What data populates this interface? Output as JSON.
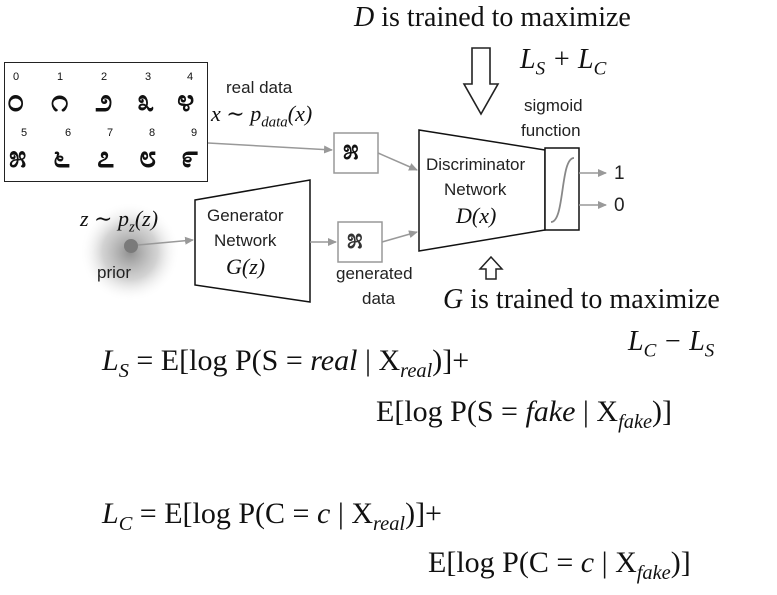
{
  "header": {
    "d_objective_var": "D",
    "d_objective_text": " is trained to maximize",
    "d_objective_expr": "L_S + L_C",
    "g_objective_var": "G",
    "g_objective_text": " is trained to maximize",
    "g_objective_expr": "L_C − L_S"
  },
  "digits": {
    "labels": [
      "0",
      "1",
      "2",
      "3",
      "4",
      "5",
      "6",
      "7",
      "8",
      "9"
    ],
    "glyphs": [
      "೦",
      "೧",
      "೨",
      "೩",
      "೪",
      "೫",
      "೬",
      "೭",
      "೮",
      "೯"
    ]
  },
  "real_data": {
    "label": "real data",
    "dist": "x ∼ p",
    "dist_sub": "data",
    "dist_tail": "(x)",
    "sample_glyph": "೫"
  },
  "prior": {
    "label": "prior",
    "dist": "z ∼ p",
    "dist_sub": "z",
    "dist_tail": "(z)"
  },
  "generator": {
    "line1": "Generator",
    "line2": "Network",
    "fn": "G(z)"
  },
  "generated": {
    "line1": "generated",
    "line2": "data",
    "sample_glyph": "೫"
  },
  "discriminator": {
    "line1": "Discriminator",
    "line2": "Network",
    "fn": "D(x)"
  },
  "sigmoid": {
    "line1": "sigmoid",
    "line2": "function",
    "out_high": "1",
    "out_low": "0"
  },
  "equations": {
    "ls_lhs": "L",
    "ls_lhs_sub": "S",
    "ls_line1_a": " = E[log P(S = ",
    "ls_line1_var": "real",
    "ls_line1_b": "  | X",
    "ls_line1_sub": "real",
    "ls_line1_c": ")]+",
    "ls_line2_a": "E[log P(S = ",
    "ls_line2_var": "fake",
    "ls_line2_b": " | X",
    "ls_line2_sub": "fake",
    "ls_line2_c": ")]",
    "lc_lhs": "L",
    "lc_lhs_sub": "C",
    "lc_line1_a": " = E[log P(C = ",
    "lc_line1_var": "c",
    "lc_line1_b": "  | X",
    "lc_line1_sub": "real",
    "lc_line1_c": ")]+",
    "lc_line2_a": "E[log P(C = ",
    "lc_line2_var": "c",
    "lc_line2_b": " | X",
    "lc_line2_sub": "fake",
    "lc_line2_c": ")]"
  }
}
